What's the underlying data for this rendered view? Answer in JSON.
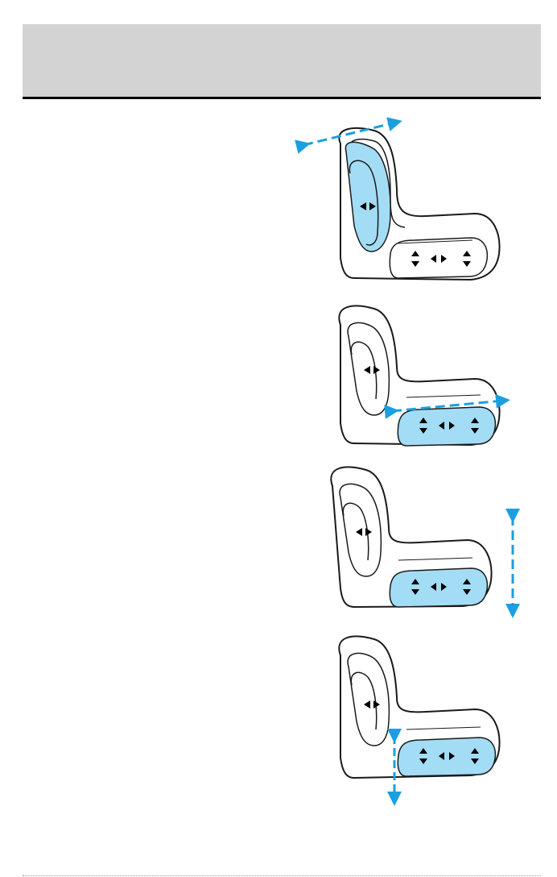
{
  "page": {
    "header": {
      "title": ""
    },
    "colors": {
      "header_band": "#d3d3d3",
      "header_rule": "#000000",
      "highlight": "#a3dcf5",
      "arrow": "#1a9fe0",
      "outline": "#1a1a1a"
    },
    "illustrations": [
      {
        "name": "seat-recline-illustration",
        "highlighted_part": "backrest",
        "arrow_direction": "diagonal-fore-aft"
      },
      {
        "name": "seat-fore-aft-illustration",
        "highlighted_part": "cushion",
        "arrow_direction": "horizontal"
      },
      {
        "name": "seat-up-down-illustration",
        "highlighted_part": "cushion",
        "arrow_direction": "vertical"
      },
      {
        "name": "seat-front-tilt-illustration",
        "highlighted_part": "cushion",
        "arrow_direction": "vertical-front"
      }
    ]
  }
}
